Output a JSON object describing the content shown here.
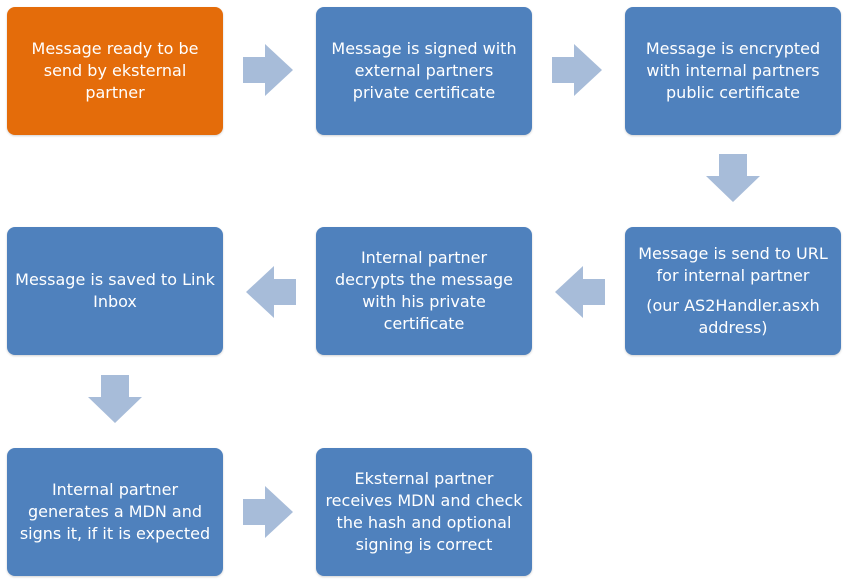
{
  "colors": {
    "start": "#E46C0A",
    "step": "#4F81BD",
    "arrow": "#A7BCD9",
    "text": "#FFFFFF"
  },
  "steps": [
    {
      "id": "s1",
      "kind": "start",
      "lines": [
        "Message ready to be",
        "send by eksternal",
        "partner"
      ]
    },
    {
      "id": "s2",
      "kind": "step",
      "lines": [
        "Message is signed with",
        "external partners",
        "private certificate"
      ]
    },
    {
      "id": "s3",
      "kind": "step",
      "lines": [
        "Message is encrypted",
        "with internal partners",
        "public certificate"
      ]
    },
    {
      "id": "s4",
      "kind": "step",
      "lines": [
        "Message is send to URL",
        "for internal partner"
      ],
      "extra_lines": [
        "(our AS2Handler.asxh",
        "address)"
      ]
    },
    {
      "id": "s5",
      "kind": "step",
      "lines": [
        "Internal partner",
        "decrypts the message",
        "with his private",
        "certificate"
      ]
    },
    {
      "id": "s6",
      "kind": "step",
      "lines": [
        "Message is saved to Link",
        "Inbox"
      ]
    },
    {
      "id": "s7",
      "kind": "step",
      "lines": [
        "Internal partner",
        "generates a MDN and",
        "signs it, if it is expected"
      ]
    },
    {
      "id": "s8",
      "kind": "step",
      "lines": [
        "Eksternal partner",
        "receives MDN and check",
        "the hash and optional",
        "signing is correct"
      ]
    }
  ],
  "connectors": [
    {
      "from": "s1",
      "to": "s2",
      "direction": "right"
    },
    {
      "from": "s2",
      "to": "s3",
      "direction": "right"
    },
    {
      "from": "s3",
      "to": "s4",
      "direction": "down"
    },
    {
      "from": "s4",
      "to": "s5",
      "direction": "left"
    },
    {
      "from": "s5",
      "to": "s6",
      "direction": "left"
    },
    {
      "from": "s6",
      "to": "s7",
      "direction": "down"
    },
    {
      "from": "s7",
      "to": "s8",
      "direction": "right"
    }
  ]
}
